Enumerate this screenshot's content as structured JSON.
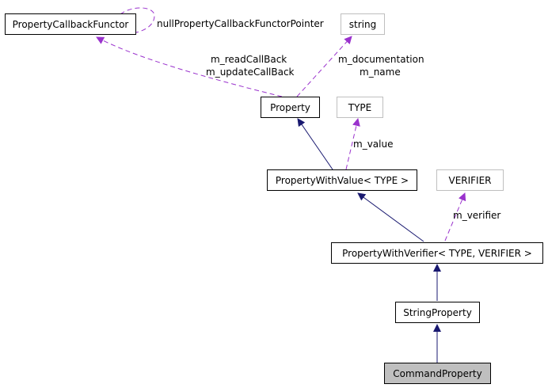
{
  "nodes": {
    "property_callback_functor": "PropertyCallbackFunctor",
    "string": "string",
    "property": "Property",
    "type": "TYPE",
    "property_with_value": "PropertyWithValue< TYPE >",
    "verifier": "VERIFIER",
    "property_with_verifier": "PropertyWithVerifier< TYPE, VERIFIER >",
    "string_property": "StringProperty",
    "command_property": "CommandProperty"
  },
  "edge_labels": {
    "null_pointer": "nullPropertyCallbackFunctorPointer",
    "read_callback": "m_readCallBack",
    "update_callback": "m_updateCallBack",
    "documentation": "m_documentation",
    "name": "m_name",
    "value": "m_value",
    "verifier": "m_verifier"
  },
  "colors": {
    "inheritance_edge": "#191970",
    "usage_edge": "#9a32cd",
    "focus_fill": "#bfbfbf",
    "ghost_border": "#bfbfbf"
  }
}
